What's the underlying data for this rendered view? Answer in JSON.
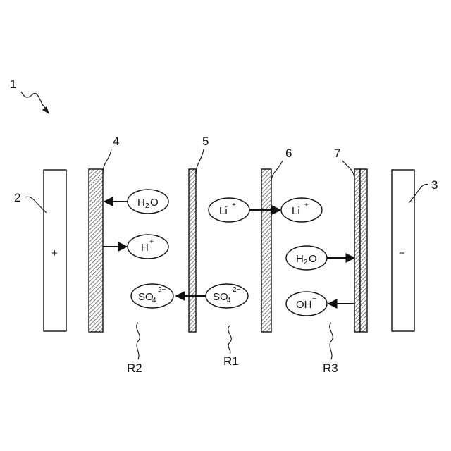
{
  "labels": {
    "device": "1",
    "anode": "2",
    "cathode": "3",
    "membrane4": "4",
    "membrane5": "5",
    "membrane6": "6",
    "membrane7": "7",
    "r1": "R1",
    "r2": "R2",
    "r3": "R3"
  },
  "electrodes": {
    "anode_sign": "+",
    "cathode_sign": "−"
  },
  "ions": {
    "h2o_left": {
      "base": "H",
      "sub": "2",
      "tail": "O"
    },
    "h_plus": {
      "base": "H",
      "sup": "+"
    },
    "li_mid": {
      "base": "Li",
      "sup": "+"
    },
    "li_right": {
      "base": "Li",
      "sup": "+"
    },
    "h2o_right": {
      "base": "H",
      "sub": "2",
      "tail": "O"
    },
    "oh_minus": {
      "base": "OH",
      "sup": "−"
    },
    "so4_mid": {
      "base": "SO",
      "sub": "4",
      "sup": "2−"
    },
    "so4_left": {
      "base": "SO",
      "sub": "4",
      "sup": "2−"
    }
  },
  "colors": {
    "line": "#111111",
    "hatch": "#555555"
  }
}
